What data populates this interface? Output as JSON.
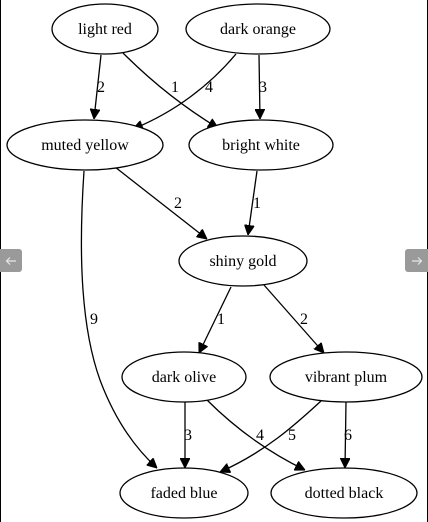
{
  "graph": {
    "nodes": [
      {
        "id": "light_red",
        "label": "light red"
      },
      {
        "id": "dark_orange",
        "label": "dark orange"
      },
      {
        "id": "muted_yellow",
        "label": "muted yellow"
      },
      {
        "id": "bright_white",
        "label": "bright white"
      },
      {
        "id": "shiny_gold",
        "label": "shiny gold"
      },
      {
        "id": "dark_olive",
        "label": "dark olive"
      },
      {
        "id": "vibrant_plum",
        "label": "vibrant plum"
      },
      {
        "id": "faded_blue",
        "label": "faded blue"
      },
      {
        "id": "dotted_black",
        "label": "dotted black"
      }
    ],
    "edges": [
      {
        "from": "light_red",
        "to": "muted_yellow",
        "label": "2"
      },
      {
        "from": "light_red",
        "to": "bright_white",
        "label": "1"
      },
      {
        "from": "dark_orange",
        "to": "muted_yellow",
        "label": "4"
      },
      {
        "from": "dark_orange",
        "to": "bright_white",
        "label": "3"
      },
      {
        "from": "muted_yellow",
        "to": "shiny_gold",
        "label": "2"
      },
      {
        "from": "muted_yellow",
        "to": "faded_blue",
        "label": "9"
      },
      {
        "from": "bright_white",
        "to": "shiny_gold",
        "label": "1"
      },
      {
        "from": "shiny_gold",
        "to": "dark_olive",
        "label": "1"
      },
      {
        "from": "shiny_gold",
        "to": "vibrant_plum",
        "label": "2"
      },
      {
        "from": "dark_olive",
        "to": "faded_blue",
        "label": "3"
      },
      {
        "from": "dark_olive",
        "to": "dotted_black",
        "label": "4"
      },
      {
        "from": "vibrant_plum",
        "to": "faded_blue",
        "label": "5"
      },
      {
        "from": "vibrant_plum",
        "to": "dotted_black",
        "label": "6"
      }
    ]
  },
  "viewer": {
    "prev_icon": "arrow-left-icon",
    "next_icon": "arrow-right-icon",
    "button_color": "#9a9a9a"
  }
}
